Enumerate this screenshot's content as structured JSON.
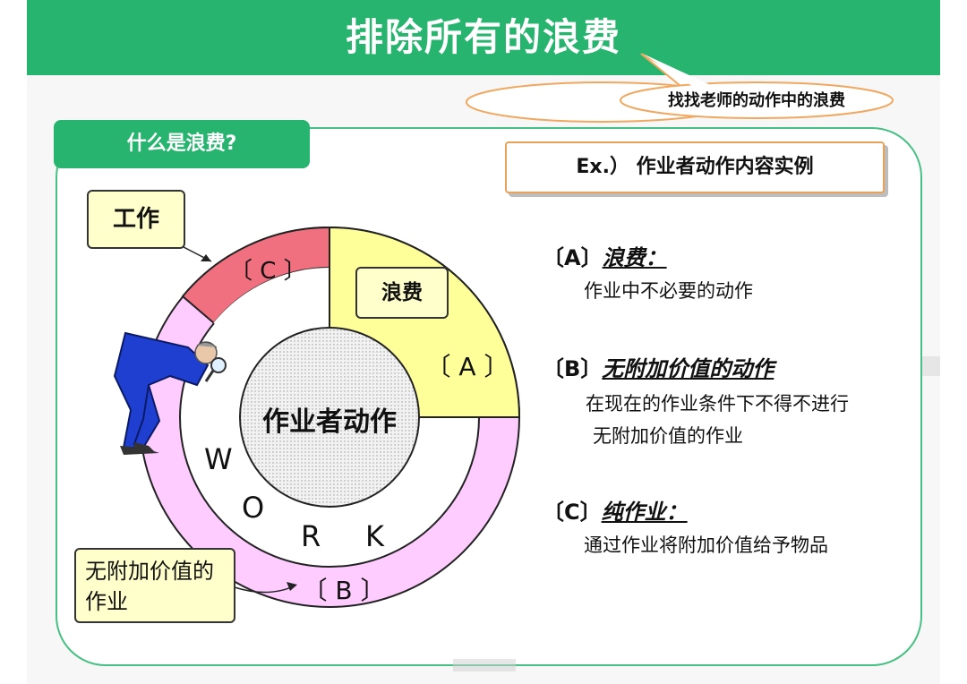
{
  "title": "排除所有的浪费",
  "balloon": "找找老师的动作中的浪费",
  "section_tag": "什么是浪费?",
  "example_title": "Ex.） 作业者动作内容实例",
  "diagram": {
    "center_label": "作业者动作",
    "segment_a": "〔 A 〕",
    "segment_b": "〔 B 〕",
    "segment_c": "〔 C 〕",
    "work_letters": [
      "W",
      "O",
      "R",
      "K"
    ],
    "callout_work": "工作",
    "callout_waste": "浪费",
    "callout_novalue": "无附加价值的作业",
    "colors": {
      "segment_a": "#ffff99",
      "segment_b": "#ffccff",
      "segment_c": "#f07080",
      "center": "#e6e6e6",
      "title_green": "#27b46e"
    }
  },
  "items": [
    {
      "key": "〔A〕",
      "term": "浪费：",
      "desc": [
        "作业中不必要的动作"
      ]
    },
    {
      "key": "〔B〕",
      "term": "无附加价值的动作",
      "desc": [
        "在现在的作业条件下不得不进行",
        "无附加价值的作业"
      ]
    },
    {
      "key": "〔C〕",
      "term": "纯作业：",
      "desc": [
        "通过作业将附加价值给予物品"
      ]
    }
  ]
}
